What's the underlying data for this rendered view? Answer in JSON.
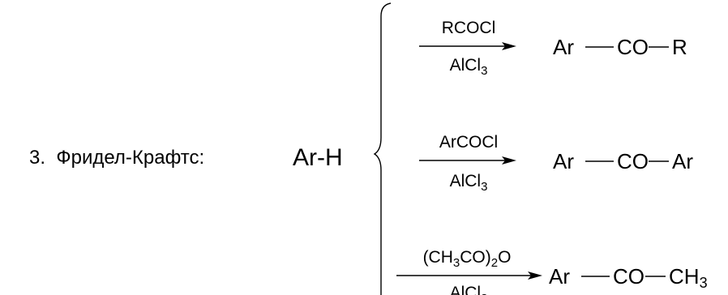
{
  "reaction": {
    "label": "3.  Фридел-Крафтс:",
    "reactant": "Ar-H",
    "catalyst": "AlCl",
    "catalyst_sub": "3",
    "branches": [
      {
        "reagent_parts": [
          "RCOCl"
        ],
        "reagent_sub_index": -1,
        "product_parts": [
          "Ar",
          "CO",
          "R"
        ],
        "product_tail_sub": ""
      },
      {
        "reagent_parts": [
          "ArCOCl"
        ],
        "reagent_sub_index": -1,
        "product_parts": [
          "Ar",
          "CO",
          "Ar"
        ],
        "product_tail_sub": ""
      },
      {
        "reagent_parts": [
          "(CH",
          "3",
          "CO)",
          "2",
          "O"
        ],
        "reagent_sub_index": [
          1,
          3
        ],
        "product_parts": [
          "Ar",
          "CO",
          "CH"
        ],
        "product_tail_sub": "3"
      }
    ]
  }
}
